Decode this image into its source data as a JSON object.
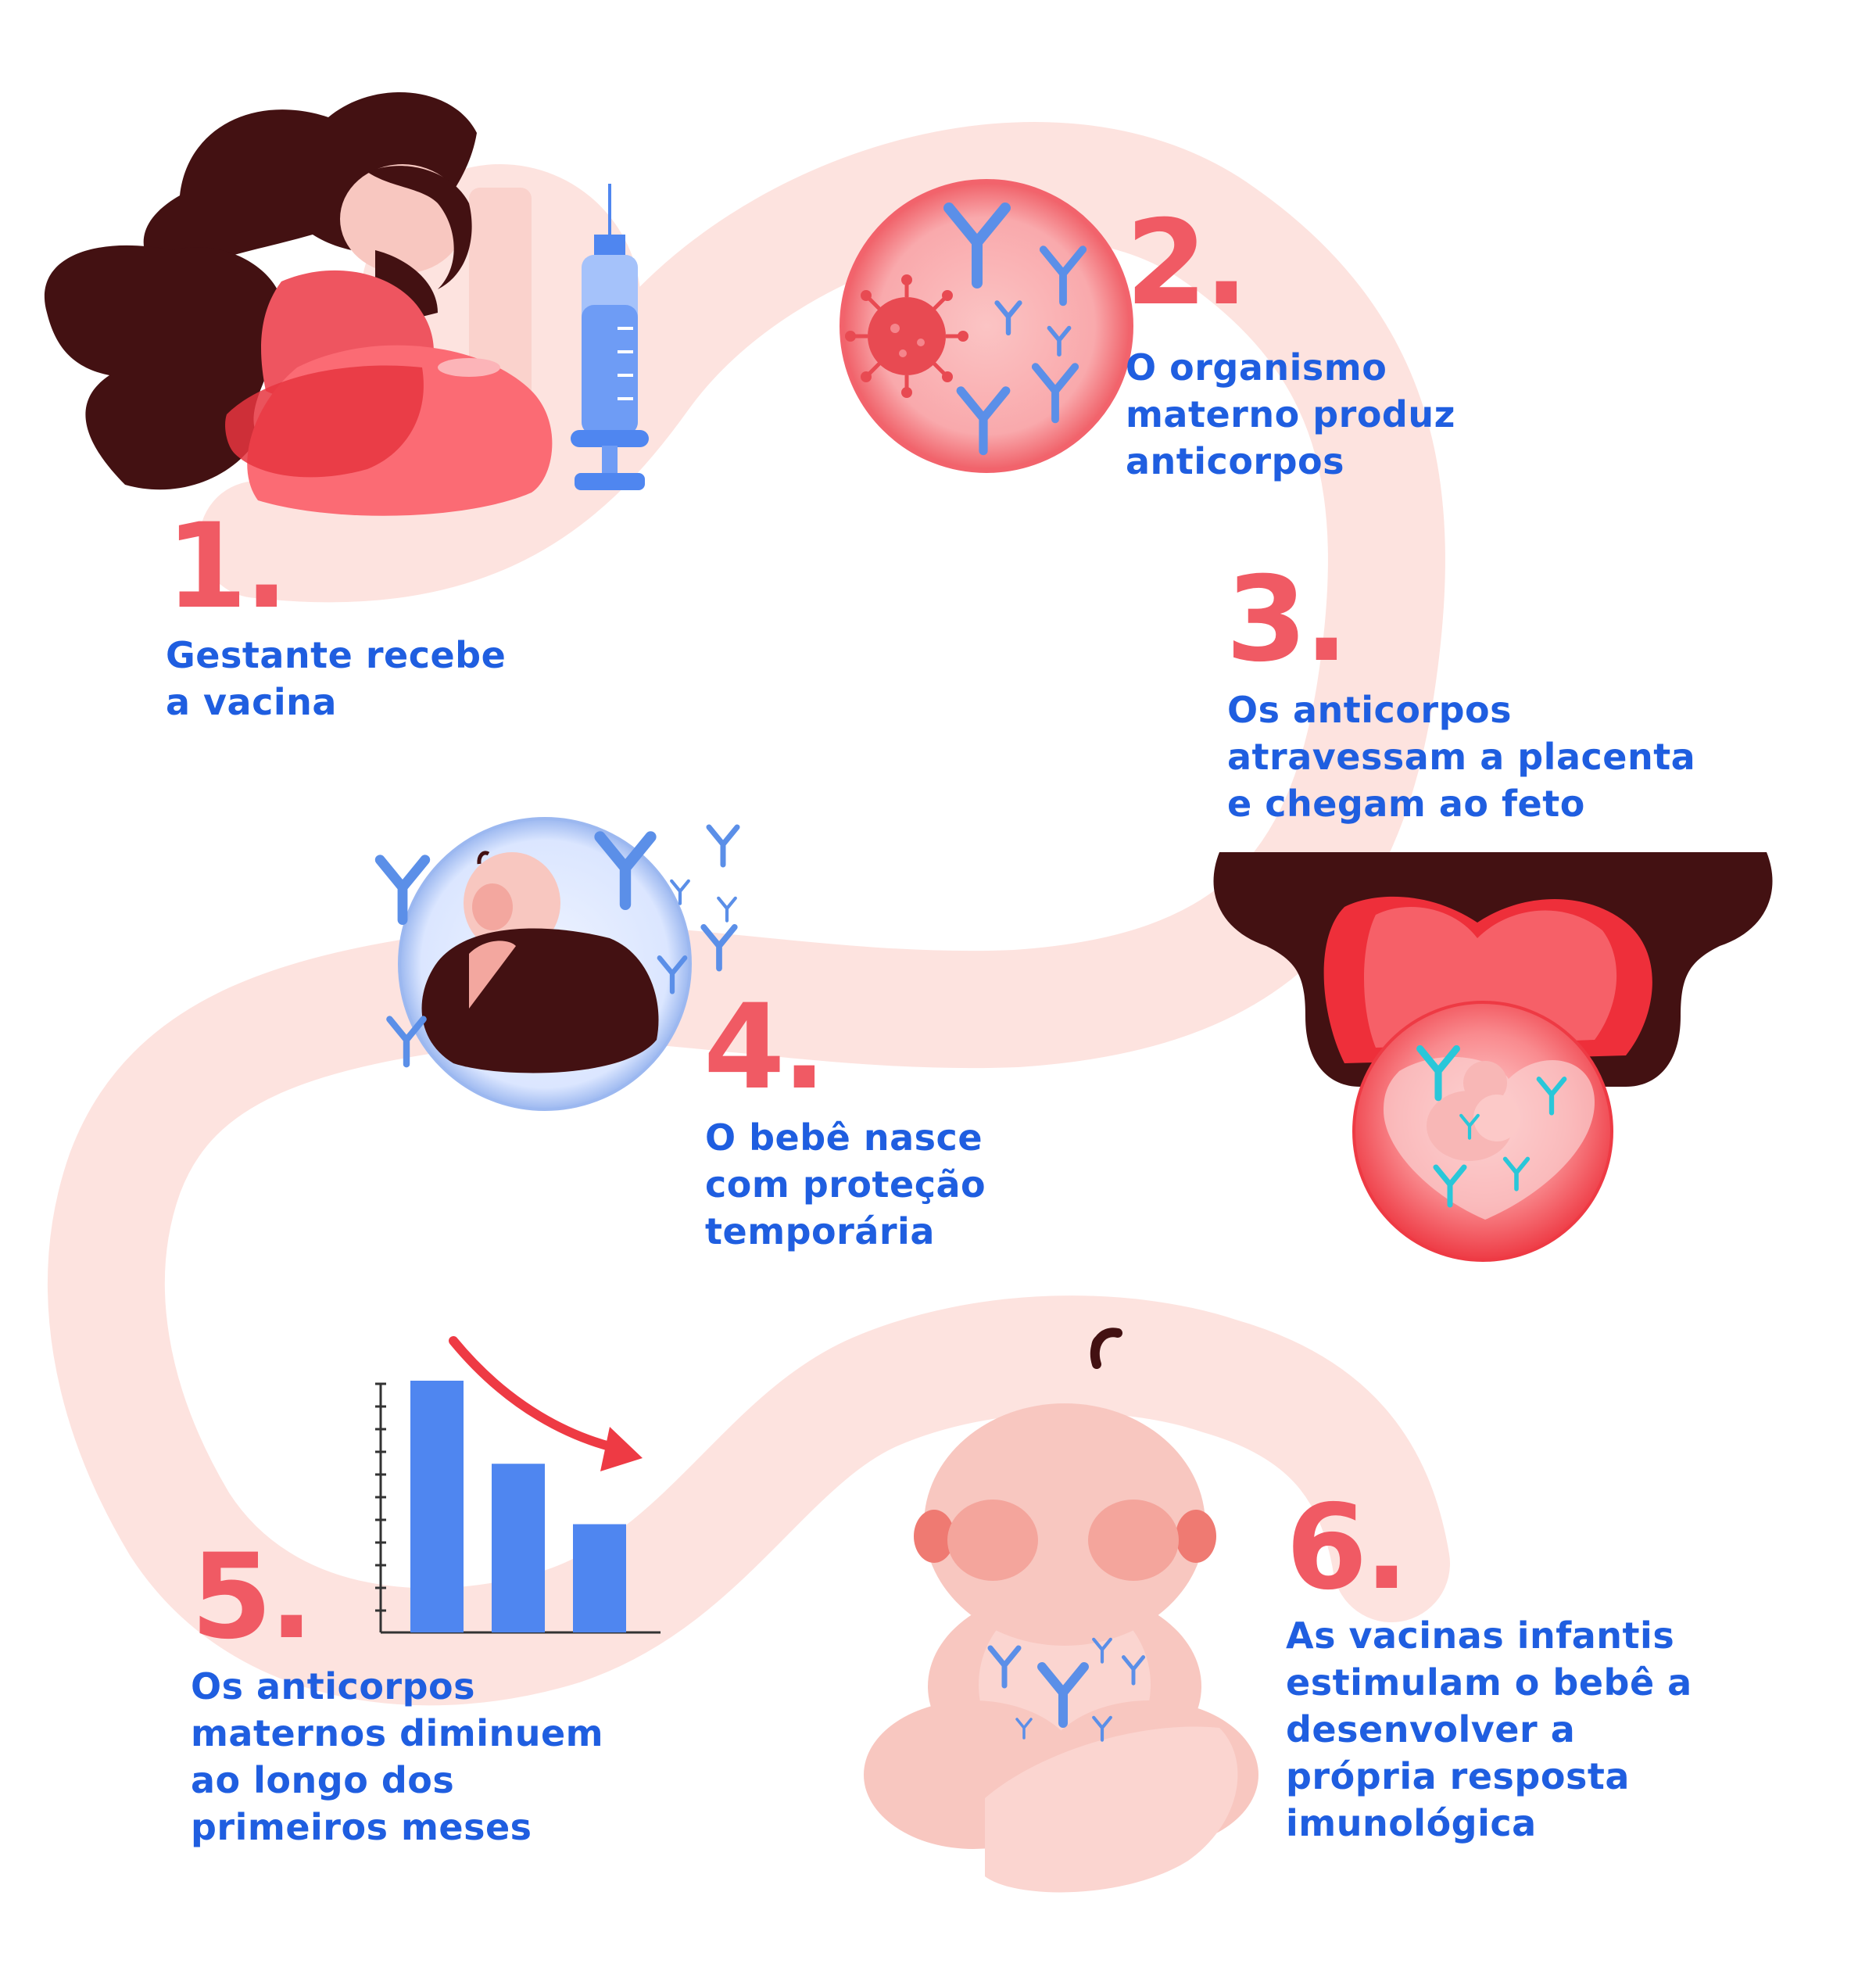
{
  "colors": {
    "accent_red": "#f05a64",
    "text_blue": "#1f5ee0",
    "path_pink": "#fde3df",
    "hair": "#431112",
    "antibody_blue": "#5b8fe8",
    "bar_blue": "#4f86f0"
  },
  "steps": [
    {
      "number": "1.",
      "lines": [
        "Gestante recebe",
        "a vacina"
      ]
    },
    {
      "number": "2.",
      "lines": [
        "O organismo",
        "materno produz",
        "anticorpos"
      ]
    },
    {
      "number": "3.",
      "lines": [
        "Os anticorpos",
        "atravessam a placenta",
        "e chegam ao feto"
      ]
    },
    {
      "number": "4.",
      "lines": [
        "O bebê nasce",
        "com proteção",
        "temporária"
      ]
    },
    {
      "number": "5.",
      "lines": [
        "Os anticorpos",
        "maternos diminuem",
        "ao longo dos",
        "primeiros meses"
      ]
    },
    {
      "number": "6.",
      "lines": [
        "As vacinas infantis",
        "estimulam o bebê a",
        "desenvolver a",
        "própria resposta",
        "imunológica"
      ]
    }
  ],
  "illustrations": {
    "step1": [
      "woman-icon",
      "syringe-icon"
    ],
    "step2": [
      "virus-icon",
      "antibody-icon"
    ],
    "step3": [
      "placenta-icon",
      "fetus-icon"
    ],
    "step4": [
      "newborn-icon",
      "protective-bubble-icon"
    ],
    "step5": [
      "declining-bar-chart-icon",
      "down-arrow-icon"
    ],
    "step6": [
      "baby-icon",
      "antibody-icon"
    ]
  },
  "mini_chart": {
    "type": "bar",
    "values": [
      100,
      67,
      43
    ]
  }
}
